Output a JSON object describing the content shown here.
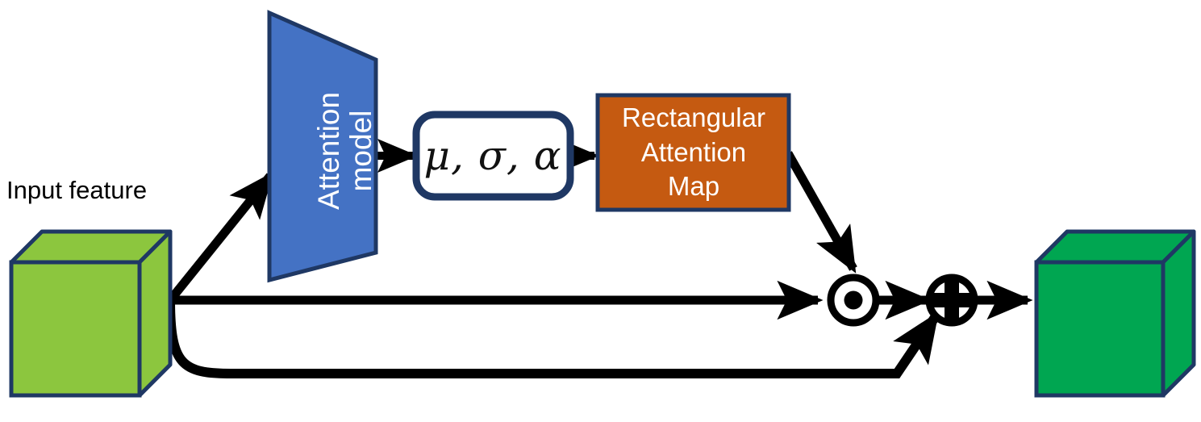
{
  "figure": {
    "title": "Rectangular attention module diagram",
    "background": "#ffffff"
  },
  "labels": {
    "input_feature": "Input feature"
  },
  "nodes": {
    "input_cube": {
      "name": "input-feature-cube",
      "shape": "3d-cube",
      "fill": "#8CC63E",
      "top_fill": "#8CC63E",
      "side_fill": "#8CC63E",
      "stroke": "#1F3864"
    },
    "attention_model": {
      "name": "attention-model-trapezoid",
      "shape": "trapezoid",
      "fill": "#4472C4",
      "stroke": "#1F3864",
      "text_line1": "Attention",
      "text_line2": "model",
      "text_color": "#ffffff",
      "rotation_deg": -90
    },
    "params_box": {
      "name": "parameters-box",
      "shape": "rounded-rect",
      "fill": "#ffffff",
      "stroke": "#1F3864",
      "text": "μ, σ, α",
      "text_color": "#111111"
    },
    "attention_map": {
      "name": "rectangular-attention-map-box",
      "shape": "rect",
      "fill": "#C55A11",
      "stroke": "#1F3864",
      "text_line1": "Rectangular",
      "text_line2": "Attention",
      "text_line3": "Map",
      "text_color": "#ffffff"
    },
    "multiply_op": {
      "name": "elementwise-multiply-operator",
      "symbol": "⊙",
      "meaning": "element-wise multiplication",
      "stroke": "#000000"
    },
    "add_op": {
      "name": "elementwise-add-operator",
      "symbol": "⊕",
      "meaning": "element-wise addition",
      "stroke": "#000000"
    },
    "output_cube": {
      "name": "output-feature-cube",
      "shape": "3d-cube",
      "fill": "#00A651",
      "stroke": "#1F3864"
    }
  },
  "edges": [
    {
      "name": "edge-input-to-attention-model",
      "from": "input_cube",
      "to": "attention_model",
      "style": "diagonal-arrow"
    },
    {
      "name": "edge-attention-model-to-params",
      "from": "attention_model",
      "to": "params_box",
      "style": "straight-arrow"
    },
    {
      "name": "edge-params-to-attention-map",
      "from": "params_box",
      "to": "attention_map",
      "style": "straight-arrow"
    },
    {
      "name": "edge-attention-map-to-multiply",
      "from": "attention_map",
      "to": "multiply_op",
      "style": "diagonal-arrow"
    },
    {
      "name": "edge-input-to-multiply",
      "from": "input_cube",
      "to": "multiply_op",
      "style": "straight-arrow"
    },
    {
      "name": "edge-multiply-to-add",
      "from": "multiply_op",
      "to": "add_op",
      "style": "straight-arrow"
    },
    {
      "name": "edge-input-skip-to-add",
      "from": "input_cube",
      "to": "add_op",
      "style": "curved-skip-arrow"
    },
    {
      "name": "edge-add-to-output",
      "from": "add_op",
      "to": "output_cube",
      "style": "straight-arrow"
    }
  ],
  "colors": {
    "input_green": "#8CC63E",
    "output_green": "#00A651",
    "blue": "#4472C4",
    "orange": "#C55A11",
    "outline_navy": "#1F3864",
    "arrow_black": "#000000"
  }
}
